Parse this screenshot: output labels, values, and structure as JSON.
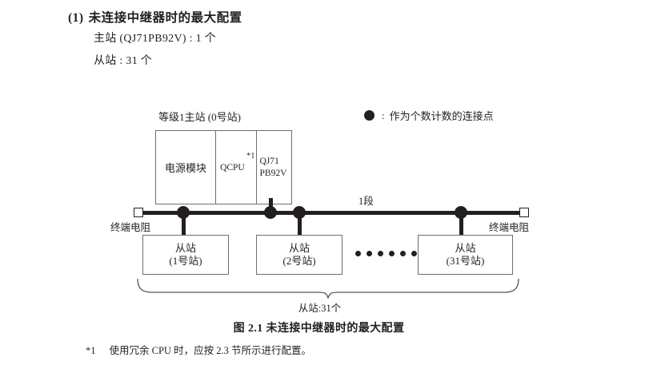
{
  "section": {
    "number": "(1)",
    "title": "未连接中继器时的最大配置",
    "lines": [
      "主站 (QJ71PB92V) : 1 个",
      "从站 : 31 个"
    ]
  },
  "legend": {
    "marker": "filled-circle",
    "colon": ":",
    "text": "作为个数计数的连接点"
  },
  "diagram": {
    "master_label": "等级1主站 (0号站)",
    "rack": {
      "power_module": "电源模块",
      "cpu": "QCPU",
      "cpu_note": "*1",
      "network_line1": "QJ71",
      "network_line2": "PB92V"
    },
    "segment_label": "1段",
    "terminator_left": "终端电阻",
    "terminator_right": "终端电阻",
    "slaves": [
      {
        "name": "从站",
        "station": "(1号站)"
      },
      {
        "name": "从站",
        "station": "(2号站)"
      },
      {
        "name": "从站",
        "station": "(31号站)"
      }
    ],
    "ellipsis_dot_count": 6,
    "brace_label": "从站:31个"
  },
  "figure_caption": "图 2.1  未连接中继器时的最大配置",
  "footnote": {
    "mark": "*1",
    "text": "使用冗余 CPU 时，应按 2.3 节所示进行配置。"
  },
  "colors": {
    "ink": "#231f20",
    "box_stroke": "#6d6e71",
    "page_bg": "#ffffff"
  }
}
